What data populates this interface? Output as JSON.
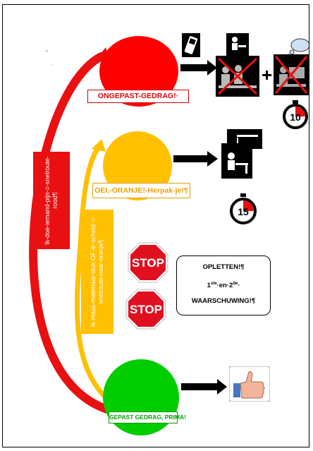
{
  "levels": {
    "red": {
      "label": "ONGEPAST-GEDRAG!·"
    },
    "orange": {
      "label": "OEI,-ORANJE!-Herpak-je!¶"
    },
    "green": {
      "label": "GEPAST GEDRAG, PRIMA!"
    }
  },
  "side_notes": {
    "red": "Ik-doe-iemand-pijn-=-snelroute-rood¶",
    "orange": "Ik-maak-materiaal-stuk-OF-ik-scheld-=-snelroute-naar-oranje¶"
  },
  "stop_signs": [
    "STOP",
    "STOP"
  ],
  "warning": {
    "line1": "OPLETTEN!¶",
    "line2_ordinal1": "1",
    "line2_sup1": "ste",
    "line2_mid": "·en·2",
    "line2_sup2": "de",
    "line2_end": "·",
    "line3": "WAARSCHUWING!¶"
  },
  "timers": {
    "red_minutes": "10",
    "orange_minutes": "15"
  },
  "operators": {
    "plus": "+"
  },
  "marks": {
    "arrow_mark": "↵",
    "tab_mark": "→"
  },
  "icons": [
    "phone-icon",
    "person-at-desk-icon",
    "crossed-out-classroom-icon",
    "thought-bubble-icon",
    "stopwatch-icon",
    "thumbs-up-icon"
  ]
}
